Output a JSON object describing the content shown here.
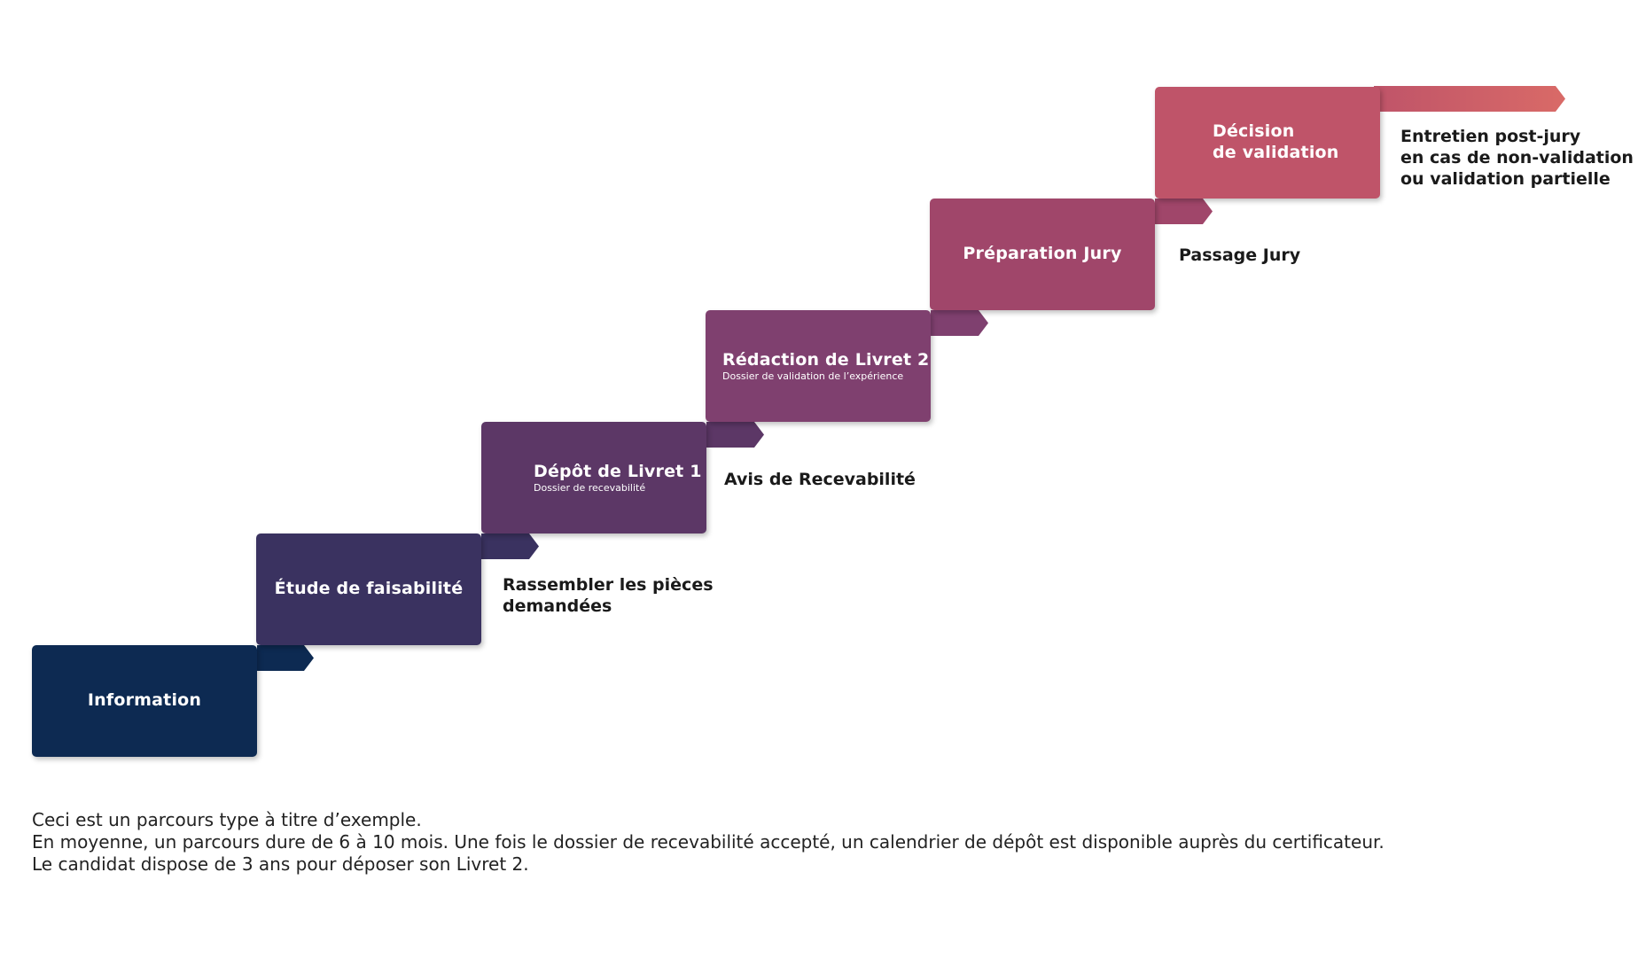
{
  "steps": [
    {
      "title": "Information",
      "subtitle": "",
      "color": "#0d2a52"
    },
    {
      "title": "Étude de faisabilité",
      "subtitle": "",
      "color": "#3a3260"
    },
    {
      "title": "Dépôt de Livret 1",
      "subtitle": "Dossier de recevabilité",
      "color": "#5c3766"
    },
    {
      "title": "Rédaction de Livret 2",
      "subtitle": "Dossier de validation de l’expérience",
      "color": "#7f406f"
    },
    {
      "title": "Préparation Jury",
      "subtitle": "",
      "color": "#a0466a"
    },
    {
      "title": "Décision\nde validation",
      "subtitle": "",
      "color": "#bf5469"
    }
  ],
  "side_labels": [
    "Rassembler les pièces\ndemandées",
    "Avis de Recevabilité",
    "Passage Jury",
    "Entretien post-jury\nen cas de non-validation\nou validation partielle"
  ],
  "final_arrow_color": "#d96a67",
  "footnote": {
    "line1": "Ceci est un parcours type à titre d’exemple.",
    "line2": "En moyenne, un parcours dure de 6 à 10 mois. Une fois le dossier de recevabilité accepté, un calendrier de dépôt est disponible auprès du certificateur.",
    "line3": "Le candidat dispose de 3 ans pour déposer son Livret 2."
  }
}
